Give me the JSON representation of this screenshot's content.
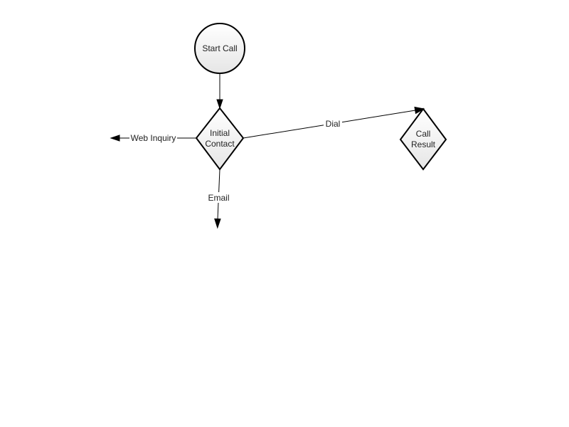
{
  "colors": {
    "node_fill_top": "#ffffff",
    "node_fill_bottom": "#e6e6e6",
    "stroke": "#000000",
    "text": "#222222",
    "background": "#ffffff"
  },
  "nodes": {
    "start_call": {
      "shape": "circle",
      "lines": [
        "Start Call"
      ]
    },
    "initial_contact": {
      "shape": "diamond",
      "lines": [
        "Initial",
        "Contact"
      ]
    },
    "call_result": {
      "shape": "diamond",
      "lines": [
        "Call",
        "Result"
      ]
    }
  },
  "edges": {
    "start_to_initial": {
      "from": "start_call",
      "to": "initial_contact",
      "label": ""
    },
    "initial_to_result": {
      "from": "initial_contact",
      "to": "call_result",
      "label": "Dial"
    },
    "initial_to_web": {
      "from": "initial_contact",
      "to": "",
      "label": "Web Inquiry"
    },
    "initial_to_email": {
      "from": "initial_contact",
      "to": "",
      "label": "Email"
    }
  }
}
